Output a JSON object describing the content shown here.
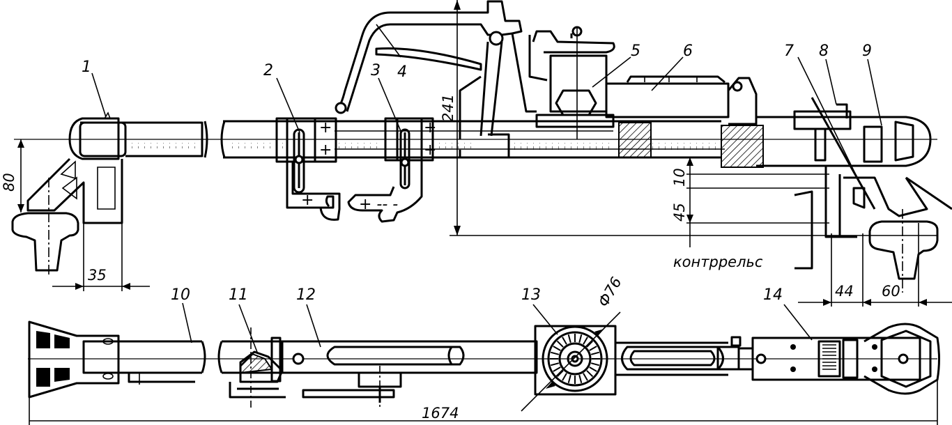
{
  "part_labels": [
    "1",
    "2",
    "3",
    "4",
    "5",
    "6",
    "7",
    "8",
    "9",
    "10",
    "11",
    "12",
    "13",
    "14"
  ],
  "dimensions": {
    "d80": "80",
    "d35": "35",
    "d241": "241",
    "d45": "45",
    "d10": "10",
    "d44": "44",
    "d60": "60",
    "d76": "Ф76",
    "d1674": "1674"
  },
  "text": {
    "counter_rail": "контррельс"
  },
  "symbols": {
    "plus": "+",
    "minus": "-"
  }
}
